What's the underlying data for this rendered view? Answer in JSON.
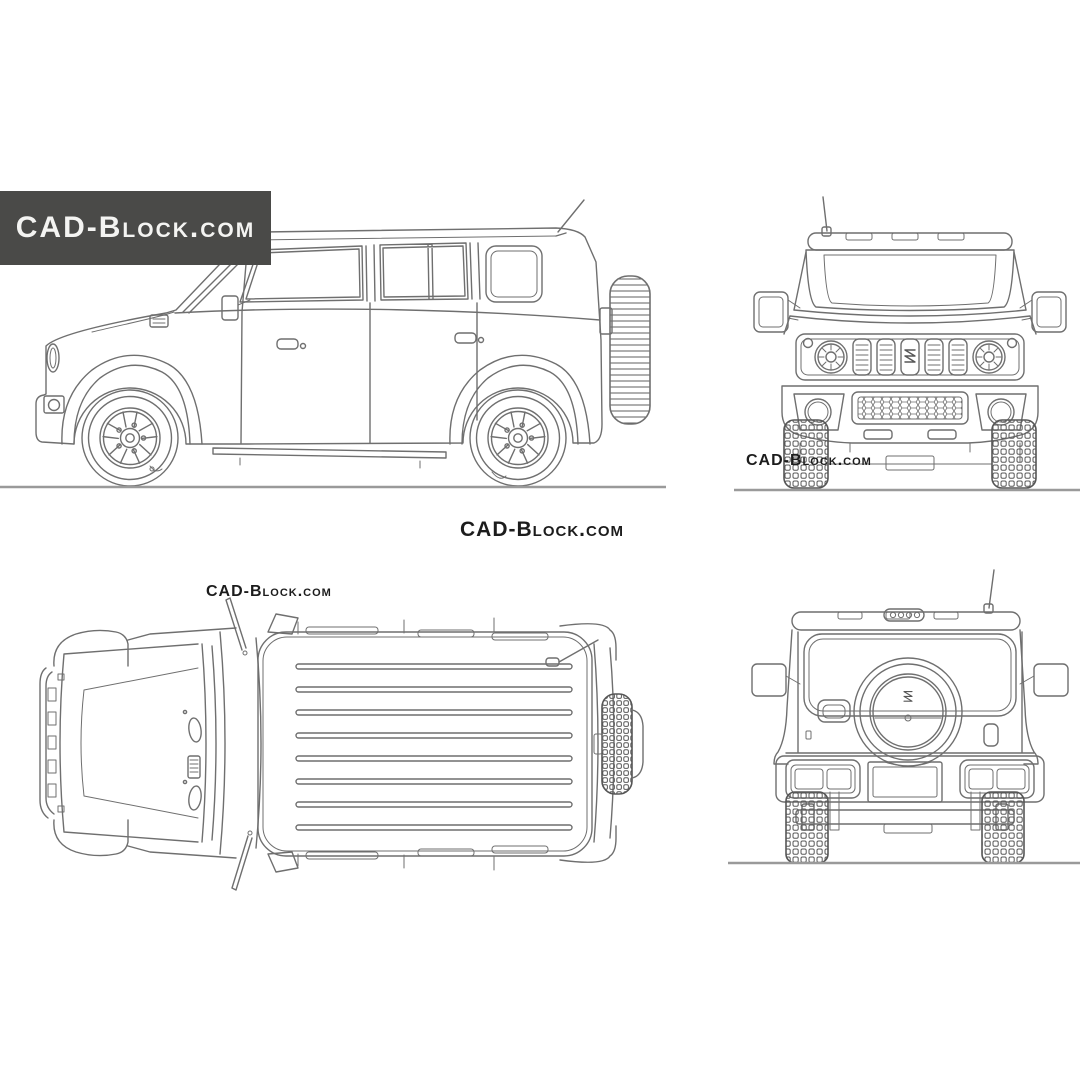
{
  "banner": {
    "text": "CAD-Block.com"
  },
  "watermarks": {
    "center": "CAD-Block.com",
    "front_view": "CAD-Block.com",
    "top_view": "CAD-Block.com"
  },
  "drawing": {
    "subject": "SUV blueprint, four orthographic views",
    "views": [
      "side",
      "front",
      "top",
      "rear"
    ],
    "logo_icon": "suzuki-s-logo-icon"
  },
  "colors": {
    "background": "#ffffff",
    "line_color": "#6f6f6f",
    "line_color_dark": "#565656",
    "ground_line_color": "#9a9a9a",
    "banner_bg": "#4a4a48",
    "banner_text": "#f4f4f2",
    "watermark_text": "#1c1c1c"
  }
}
